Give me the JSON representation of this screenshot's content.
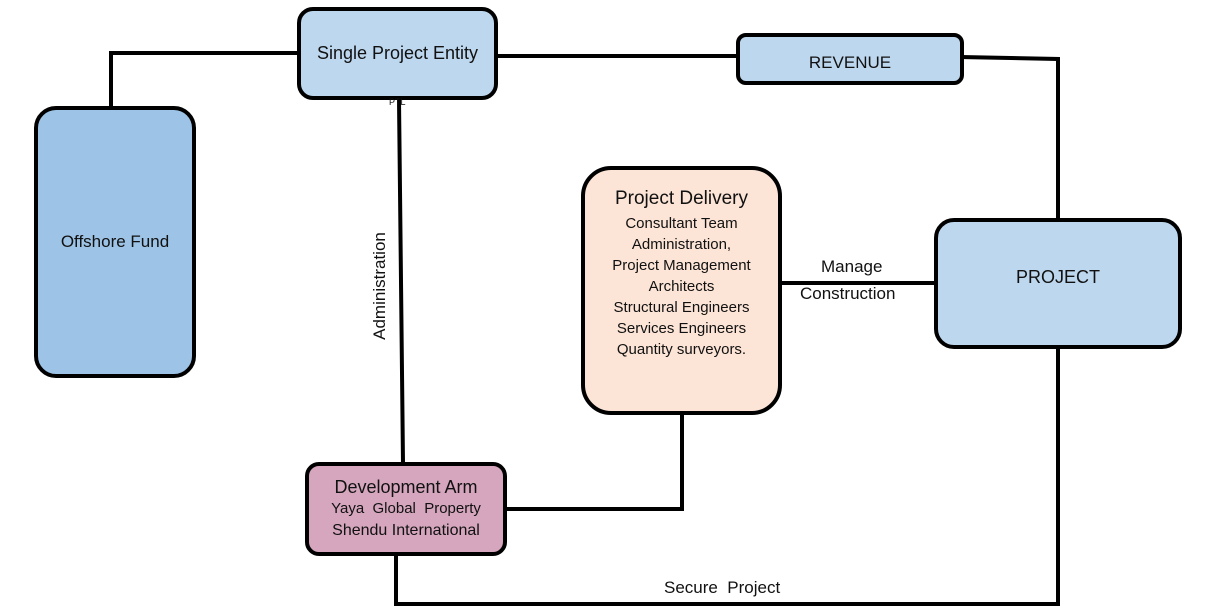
{
  "nodes": {
    "offshore_fund": "Offshore Fund",
    "single_project_entity": "Single Project Entity",
    "revenue": "REVENUE",
    "project": "PROJECT",
    "project_delivery": {
      "title": "Project Delivery",
      "items": [
        "Consultant Team",
        "Administration,",
        "Project Management",
        "Architects",
        "Structural Engineers",
        "Services Engineers",
        "Quantity surveyors."
      ]
    },
    "development_arm": {
      "title": "Development Arm",
      "lines": [
        "Yaya  Global  Property",
        "Shendu International"
      ]
    }
  },
  "edge_labels": {
    "ptl": "PTL",
    "administration": "Administration",
    "manage": "Manage",
    "construction": "Construction",
    "secure_project": "Secure  Project"
  },
  "colors": {
    "fund_fill": "#9dc3e6",
    "entity_fill": "#bdd7ee",
    "delivery_fill": "#fce4d6",
    "dev_arm_fill": "#d5a6bd",
    "stroke": "#000000"
  }
}
